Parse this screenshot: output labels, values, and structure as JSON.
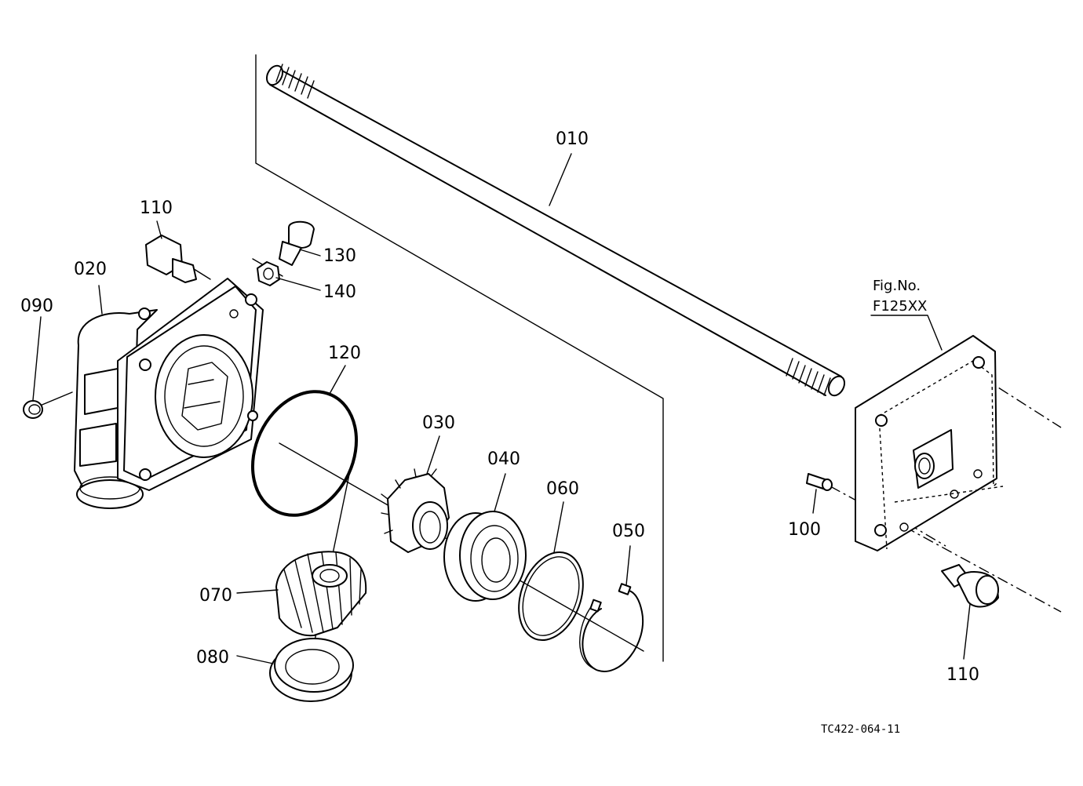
{
  "figure_reference": {
    "line1": "Fig.No.",
    "line2": "F125XX"
  },
  "drawing_code": "TC422-064-11",
  "callouts": {
    "p010": "010",
    "p020": "020",
    "p030": "030",
    "p040": "040",
    "p050": "050",
    "p060": "060",
    "p070": "070",
    "p080": "080",
    "p090": "090",
    "p100": "100",
    "p110a": "110",
    "p110b": "110",
    "p120": "120",
    "p130": "130",
    "p140": "140"
  }
}
